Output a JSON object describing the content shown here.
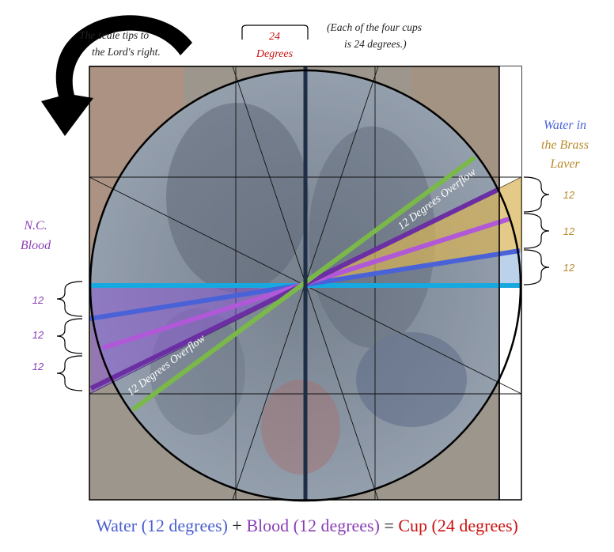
{
  "colors": {
    "water": "#4a62d8",
    "water_label": "#4a5fcf",
    "water_mid": "#b058d8",
    "blood": "#6b2fa3",
    "blood_label": "#8a3fb5",
    "overflow": "#7ab84a",
    "brass": "#b88a2a",
    "horizon": "#18a8e0",
    "axis": "#1d2e45",
    "cup_red": "#cc1111"
  },
  "annotations": {
    "scale_tip": [
      "The scale tips to",
      "the Lord's right."
    ],
    "cup_degrees": [
      "24",
      "Degrees"
    ],
    "cups_note": [
      "(Each of the four cups",
      "is 24 degrees.)"
    ],
    "brass_label": [
      "Water in",
      "the Brass",
      "Laver"
    ],
    "blood_label": [
      "N.C.",
      "Blood"
    ],
    "overflow_upper": "12 Degrees Overflow",
    "overflow_lower": "12 Degrees Overflow"
  },
  "brackets_right": [
    "12",
    "12",
    "12"
  ],
  "brackets_left": [
    "12",
    "12",
    "12"
  ],
  "caption": {
    "water": "Water (12 degrees)",
    "plus": " + ",
    "blood": "Blood (12 degrees)",
    "equals": " = ",
    "cup": "Cup (24 degrees)"
  }
}
